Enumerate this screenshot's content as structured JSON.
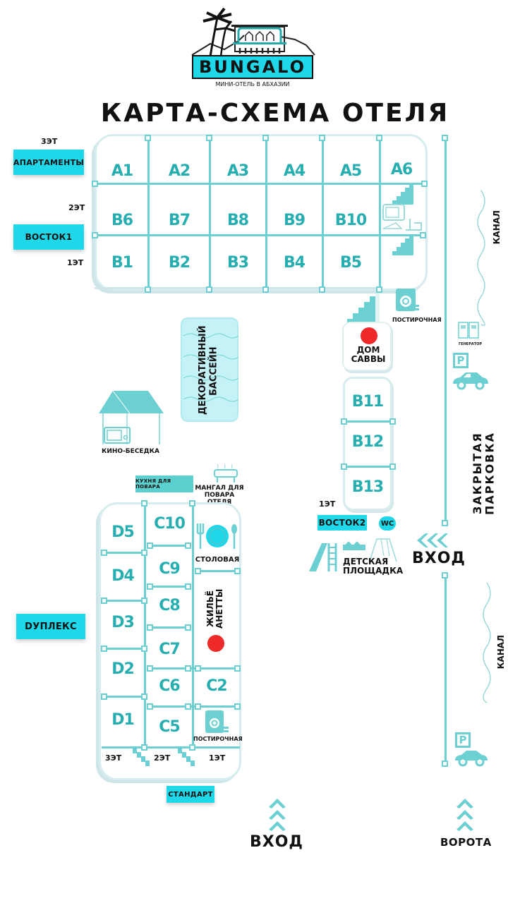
{
  "logo": {
    "brand": "BUNGALO",
    "subtitle": "МИНИ-ОТЕЛЬ В АБХАЗИИ"
  },
  "title": "КАРТА-СХЕМА ОТЕЛЯ",
  "colors": {
    "accent": "#1ed8ea",
    "room_text": "#27aeb0",
    "line": "#6ccfd1",
    "marker_red": "#ee2a2a",
    "pool": "#c5f2f6"
  },
  "building_east1": {
    "tags": {
      "apartments": "АПАРТАМЕНТЫ",
      "east1": "ВОСТОК1"
    },
    "floors": {
      "f3": "3ЭТ",
      "f2": "2ЭТ",
      "f1": "1ЭТ"
    },
    "row_a": [
      "A1",
      "A2",
      "A3",
      "A4",
      "A5",
      "A6"
    ],
    "row_b_upper": [
      "B6",
      "B7",
      "B8",
      "B9",
      "B10"
    ],
    "row_b_lower": [
      "B1",
      "B2",
      "B3",
      "B4",
      "B5"
    ],
    "laundry_label": "ПОСТИРОЧНАЯ"
  },
  "pool": {
    "label": "ДЕКОРАТИВНЫЙ БАССЕЙН"
  },
  "cinema": {
    "label": "КИНО-БЕСЕДКА"
  },
  "savva_house": {
    "label": "ДОМ САВВЫ"
  },
  "building_east2": {
    "rooms": [
      "B11",
      "B12",
      "B13"
    ],
    "floor": "1ЭТ",
    "tag": "ВОСТОК2",
    "wc": "WC"
  },
  "playground": {
    "label": "ДЕТСКАЯ ПЛОЩАДКА"
  },
  "generator": {
    "label": "ГЕНЕРАТОР"
  },
  "parking": {
    "label": "ЗАКРЫТАЯ ПАРКОВКА",
    "sign": "P"
  },
  "canal": {
    "label": "КАНАЛ"
  },
  "entrance_side": {
    "label": "ВХОД"
  },
  "kitchen": {
    "tag": "КУХНЯ ДЛЯ ПОВАРА",
    "grill": "МАНГАЛ ДЛЯ ПОВАРА ОТЕЛЯ"
  },
  "building_duplex": {
    "tag": "DУПЛЕКС",
    "standard_tag": "СТАНДАРТ",
    "d_rooms": [
      "D5",
      "D4",
      "D3",
      "D2",
      "D1"
    ],
    "c_rooms": [
      "C10",
      "C9",
      "C8",
      "C7",
      "C6",
      "C5"
    ],
    "c2": "C2",
    "dining": "СТОЛОВАЯ",
    "anetta": "ЖИЛЬЁ АНЕТТЫ",
    "laundry_label": "ПОСТИРОЧНАЯ",
    "floors": {
      "f3": "3ЭТ",
      "f2": "2ЭТ",
      "f1": "1ЭТ"
    }
  },
  "bottom": {
    "entrance": "ВХОД",
    "gate": "ВОРОТА"
  }
}
